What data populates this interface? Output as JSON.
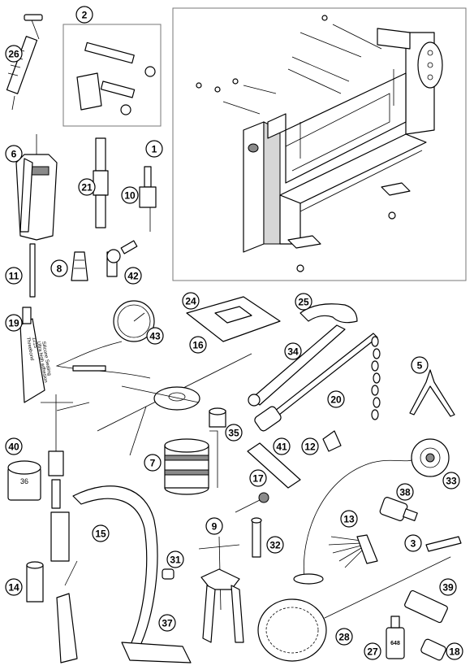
{
  "callouts": {
    "c1": "1",
    "c2": "2",
    "c3": "3",
    "c5": "5",
    "c6": "6",
    "c7": "7",
    "c8": "8",
    "c9": "9",
    "c10": "10",
    "c11": "11",
    "c12": "12",
    "c13": "13",
    "c14": "14",
    "c15": "15",
    "c16": "16",
    "c17": "17",
    "c18": "18",
    "c19": "19",
    "c20": "20",
    "c21": "21",
    "c24": "24",
    "c25": "25",
    "c26": "26",
    "c27": "27",
    "c28": "28",
    "c31": "31",
    "c32": "32",
    "c33": "33",
    "c34": "34",
    "c35": "35",
    "c37": "37",
    "c38": "38",
    "c39": "39",
    "c40": "40",
    "c41": "41",
    "c42": "42",
    "c43": "43"
  },
  "labels": {
    "socket_size": "36",
    "tube_line1": "Threebond",
    "tube_line2": "1215",
    "tube_line3": "Ultra high adhesion",
    "tube_line4": "Silicone Sealing",
    "bottle_label": "648"
  },
  "colors": {
    "line": "#000000",
    "frame": "#777777",
    "fill_gray": "#d6d6d6",
    "fill_dark": "#8a8a8a"
  }
}
